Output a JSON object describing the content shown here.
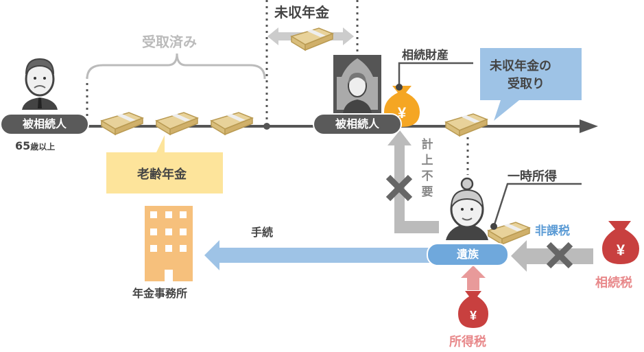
{
  "labels": {
    "received": "受取済み",
    "unpaid_pension": "未収年金",
    "inherited_property": "相続財産",
    "callout_receive_line1": "未収年金の",
    "callout_receive_line2": "受取り",
    "deceased": "被相続人",
    "deceased_2": "被相続人",
    "age": "65",
    "age_suffix": "歳以上",
    "old_age_pension": "老齢年金",
    "not_recorded": [
      "計",
      "上",
      "不",
      "要"
    ],
    "temporary_income": "一時所得",
    "procedure": "手続",
    "pension_office": "年金事務所",
    "bereaved_family": "遺族",
    "non_taxable": "非課税",
    "inheritance_tax": "相続税",
    "income_tax": "所得税",
    "yen": "¥"
  },
  "colors": {
    "timeline": "#555555",
    "gray_text": "#bbbbbb",
    "dark_text": "#444444",
    "callout_yellow": "#fde49b",
    "callout_blue": "#9ec3e6",
    "pill_dark": "#5a5a5a",
    "pill_blue": "#6fa8dc",
    "orange_bag": "#f5a623",
    "red_bag": "#c8403f",
    "pink_text": "#e8888a",
    "building": "#f6c07c",
    "blue_text": "#5b9bd5"
  }
}
